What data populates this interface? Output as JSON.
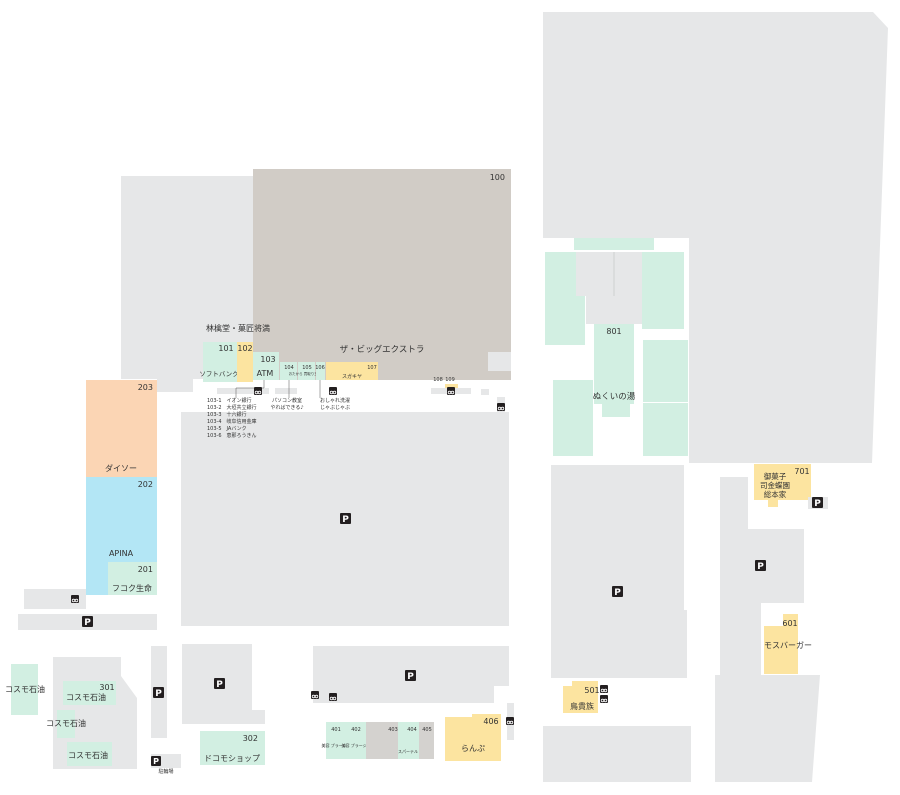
{
  "stores": {
    "s100": {
      "num": "100",
      "name": "ザ・ビッグエクストラ"
    },
    "s101": {
      "num": "101",
      "name": "ソフトバンク"
    },
    "s102": {
      "num": "102",
      "name": "林檎堂・菓匠将満"
    },
    "s103": {
      "num": "103",
      "name": "ATM"
    },
    "s104": {
      "num": "104"
    },
    "s105": {
      "num": "105",
      "name": "おたから 買取り王国"
    },
    "s106": {
      "num": "106"
    },
    "s107": {
      "num": "107",
      "name": "スガキヤ"
    },
    "s108": {
      "num": "108"
    },
    "s109": {
      "num": "109"
    },
    "s201": {
      "num": "201",
      "name": "フコク生命"
    },
    "s202": {
      "num": "202",
      "name": "APINA"
    },
    "s203": {
      "num": "203",
      "name": "ダイソー"
    },
    "s301": {
      "num": "301",
      "name": "コスモ石油"
    },
    "s302": {
      "num": "302",
      "name": "ドコモショップ"
    },
    "s401": {
      "num": "401",
      "name": "美容 プラージュ"
    },
    "s402": {
      "num": "402",
      "name": "美容 プラージュ"
    },
    "s403": {
      "num": "403"
    },
    "s404": {
      "num": "404",
      "name": "スパーテル"
    },
    "s405": {
      "num": "405"
    },
    "s406": {
      "num": "406",
      "name": "らんぷ"
    },
    "s501": {
      "num": "501",
      "name": "鳥貴族"
    },
    "s601": {
      "num": "601",
      "name": "モスバーガー"
    },
    "s701": {
      "num": "701",
      "name": "御菓子 司金蝶園 総本家"
    },
    "s801": {
      "num": "801",
      "name": "ぬくいの湯"
    }
  },
  "cosmo_extra_1": "コスモ石油",
  "cosmo_extra_2": "コスモ石油",
  "cosmo_extra_3": "コスモ石油",
  "atm_list": [
    "103-1　イオン銀行",
    "103-2　大垣共立銀行",
    "103-3　十六銀行",
    "103-4　岐阜信用金庫",
    "103-5　JAバンク",
    "103-6　恵那ろうきん"
  ],
  "note_pc": [
    "パソコン教室",
    "やればできる♪"
  ],
  "note_laundry": [
    "おしゃれ洗濯",
    "じゃぶじゃぶ"
  ],
  "bike_label": "駐輪場",
  "parking_glyph": "P",
  "colors": {
    "gray": "#e6e7e8",
    "store_green": "#d2efe2",
    "store_yellow": "#fce4a0",
    "store_orange": "#fbd5b4",
    "store_blue": "#b3e6f5",
    "anchor": "#d1ccc6"
  }
}
